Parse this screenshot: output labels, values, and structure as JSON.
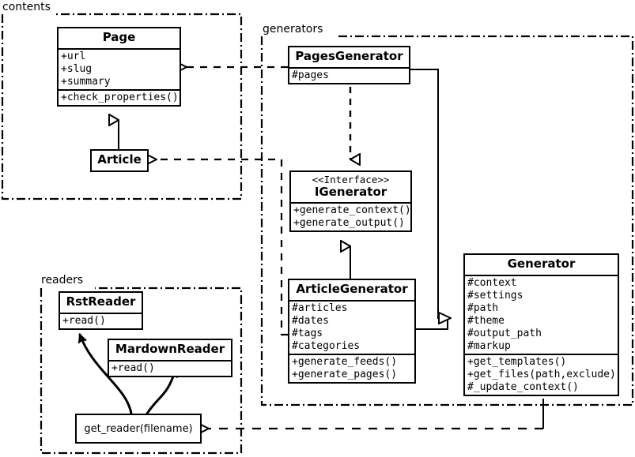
{
  "diagram": {
    "type": "uml-class-diagram",
    "background": "#ffffff",
    "line_color": "#000000"
  },
  "packages": [
    {
      "id": "contents",
      "label": "contents"
    },
    {
      "id": "generators",
      "label": "generators"
    },
    {
      "id": "readers",
      "label": "readers"
    }
  ],
  "classes": {
    "page": {
      "name": "Page",
      "attributes": [
        "+url",
        "+slug",
        "+summary"
      ],
      "operations": [
        "+check_properties()"
      ]
    },
    "article": {
      "name": "Article",
      "attributes": [],
      "operations": []
    },
    "pages_generator": {
      "name": "PagesGenerator",
      "attributes": [
        "#pages"
      ],
      "operations": []
    },
    "igenerator": {
      "stereotype": "<<Interface>>",
      "name": "IGenerator",
      "attributes": [],
      "operations": [
        "+generate_context()",
        "+generate_output()"
      ]
    },
    "article_generator": {
      "name": "ArticleGenerator",
      "attributes": [
        "#articles",
        "#dates",
        "#tags",
        "#categories"
      ],
      "operations": [
        "+generate_feeds()",
        "+generate_pages()"
      ]
    },
    "generator": {
      "name": "Generator",
      "attributes": [
        "#context",
        "#settings",
        "#path",
        "#theme",
        "#output_path",
        "#markup"
      ],
      "operations": [
        "+get_templates()",
        "+get_files(path,exclude)",
        "#_update_context()"
      ]
    },
    "rst_reader": {
      "name": "RstReader",
      "attributes": [],
      "operations": [
        "+read()"
      ]
    },
    "mardown_reader": {
      "name": "MardownReader",
      "attributes": [],
      "operations": [
        "+read()"
      ]
    },
    "get_reader": {
      "name": "get_reader(filename)"
    }
  },
  "relationships": [
    {
      "from": "article",
      "to": "page",
      "kind": "generalization"
    },
    {
      "from": "pages_generator",
      "to": "igenerator",
      "kind": "realization"
    },
    {
      "from": "article_generator",
      "to": "igenerator",
      "kind": "generalization"
    },
    {
      "from": "pages_generator",
      "to": "generator",
      "kind": "generalization"
    },
    {
      "from": "article_generator",
      "to": "generator",
      "kind": "generalization"
    },
    {
      "from": "pages_generator",
      "to": "page",
      "kind": "dependency"
    },
    {
      "from": "article_generator",
      "to": "article",
      "kind": "dependency"
    },
    {
      "from": "generator",
      "to": "get_reader",
      "kind": "dependency"
    },
    {
      "from": "get_reader",
      "to": "rst_reader",
      "kind": "dependency-curved"
    },
    {
      "from": "get_reader",
      "to": "mardown_reader",
      "kind": "dependency-curved"
    }
  ]
}
